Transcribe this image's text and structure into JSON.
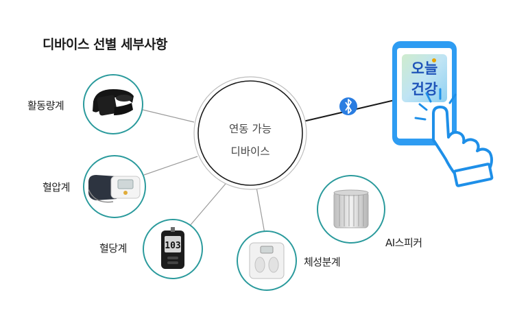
{
  "title": "디바이스 선별 세부사항",
  "center": {
    "line1": "연동 가능",
    "line2": "디바이스"
  },
  "devices": [
    {
      "label": "활동량계"
    },
    {
      "label": "혈압계"
    },
    {
      "label": "혈당계"
    },
    {
      "label": "체성분계"
    },
    {
      "label": "AI스피커"
    }
  ],
  "phone_app": {
    "line1": "오늘",
    "line2": "건강"
  },
  "glucose_reading": "103",
  "colors": {
    "device_ring": "#2a9a9c",
    "phone_blue": "#2e9cf2",
    "bluetooth": "#2a7de1",
    "hand_outline": "#1e8fe8",
    "app_text": "#1f54b9",
    "app_accent": "#e8a300"
  },
  "icons": [
    "bluetooth-icon",
    "pointing-hand-icon",
    "fitness-band-icon",
    "blood-pressure-monitor-icon",
    "glucose-meter-icon",
    "body-scale-icon",
    "ai-speaker-icon"
  ]
}
